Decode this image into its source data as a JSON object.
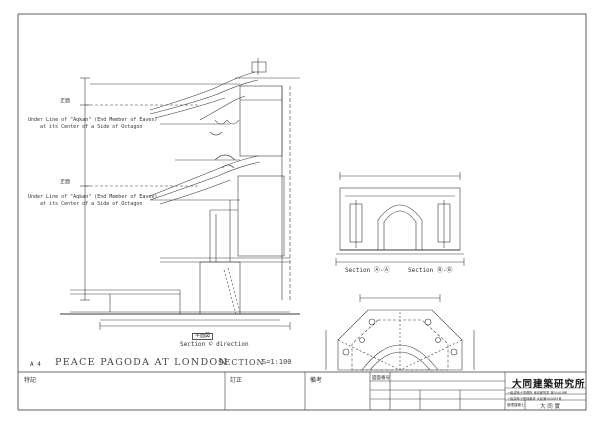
{
  "sheet": {
    "label_a4": "A 4",
    "title": "PEACE PAGODA AT LONDON",
    "section_title": "SECTION",
    "scale": "S=1:100"
  },
  "annotations": {
    "under_line_upper_1": "Under Line of \"Aqkan\" (End Member of Eaves)",
    "under_line_upper_2": "at its Center of a Side of Octagon",
    "under_line_lower_1": "Under Line of \"Aqkan\" (End Member of Eaves)",
    "under_line_lower_2": "at its Center of a Side of Octagon",
    "level_tag_upper": "正面",
    "level_tag_lower": "正面",
    "section_main": "Section © direction",
    "section_aa": "Section Ⓐ-Ⓐ",
    "section_bb": "Section Ⓑ-Ⓑ",
    "plan_tag": "平面図"
  },
  "title_block": {
    "remarks_label": "特記",
    "revision_label": "訂正",
    "notes_label": "備考",
    "drawing_no_label": "図面番号",
    "firm_name": "大同建築研究所",
    "reg_line_1": "一級建築士事務所  東京都知事  第30418号",
    "reg_line_2": "一級建築士登録番号  大臣第200087号",
    "manager_label": "管理建築士",
    "manager_name": "大 同 實"
  }
}
